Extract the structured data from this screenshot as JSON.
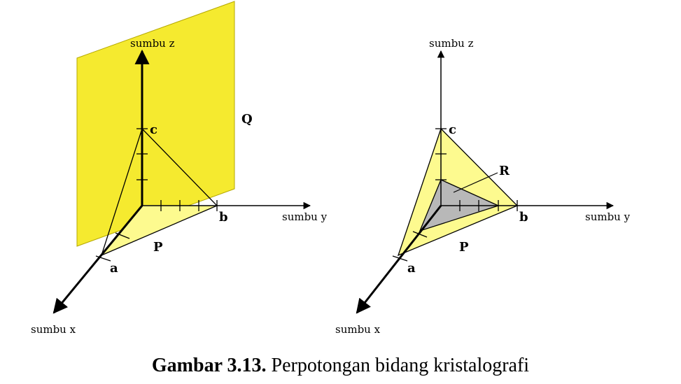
{
  "colors": {
    "plane_yellow": "#f5ea2f",
    "plane_light_yellow": "#fdfa8f",
    "plane_gray": "#b8b8b8",
    "ink": "#000000"
  },
  "left_figure": {
    "axis_x_label": "sumbu x",
    "axis_y_label": "sumbu y",
    "axis_z_label": "sumbu z",
    "point_a": "a",
    "point_b": "b",
    "point_c": "c",
    "plane_p": "P",
    "plane_q": "Q"
  },
  "right_figure": {
    "axis_x_label": "sumbu x",
    "axis_y_label": "sumbu y",
    "axis_z_label": "sumbu z",
    "point_a": "a",
    "point_b": "b",
    "point_c": "c",
    "plane_p": "P",
    "plane_r": "R"
  },
  "caption": {
    "number": "Gambar 3.13.",
    "text": " Perpotongan bidang kristalografi"
  }
}
